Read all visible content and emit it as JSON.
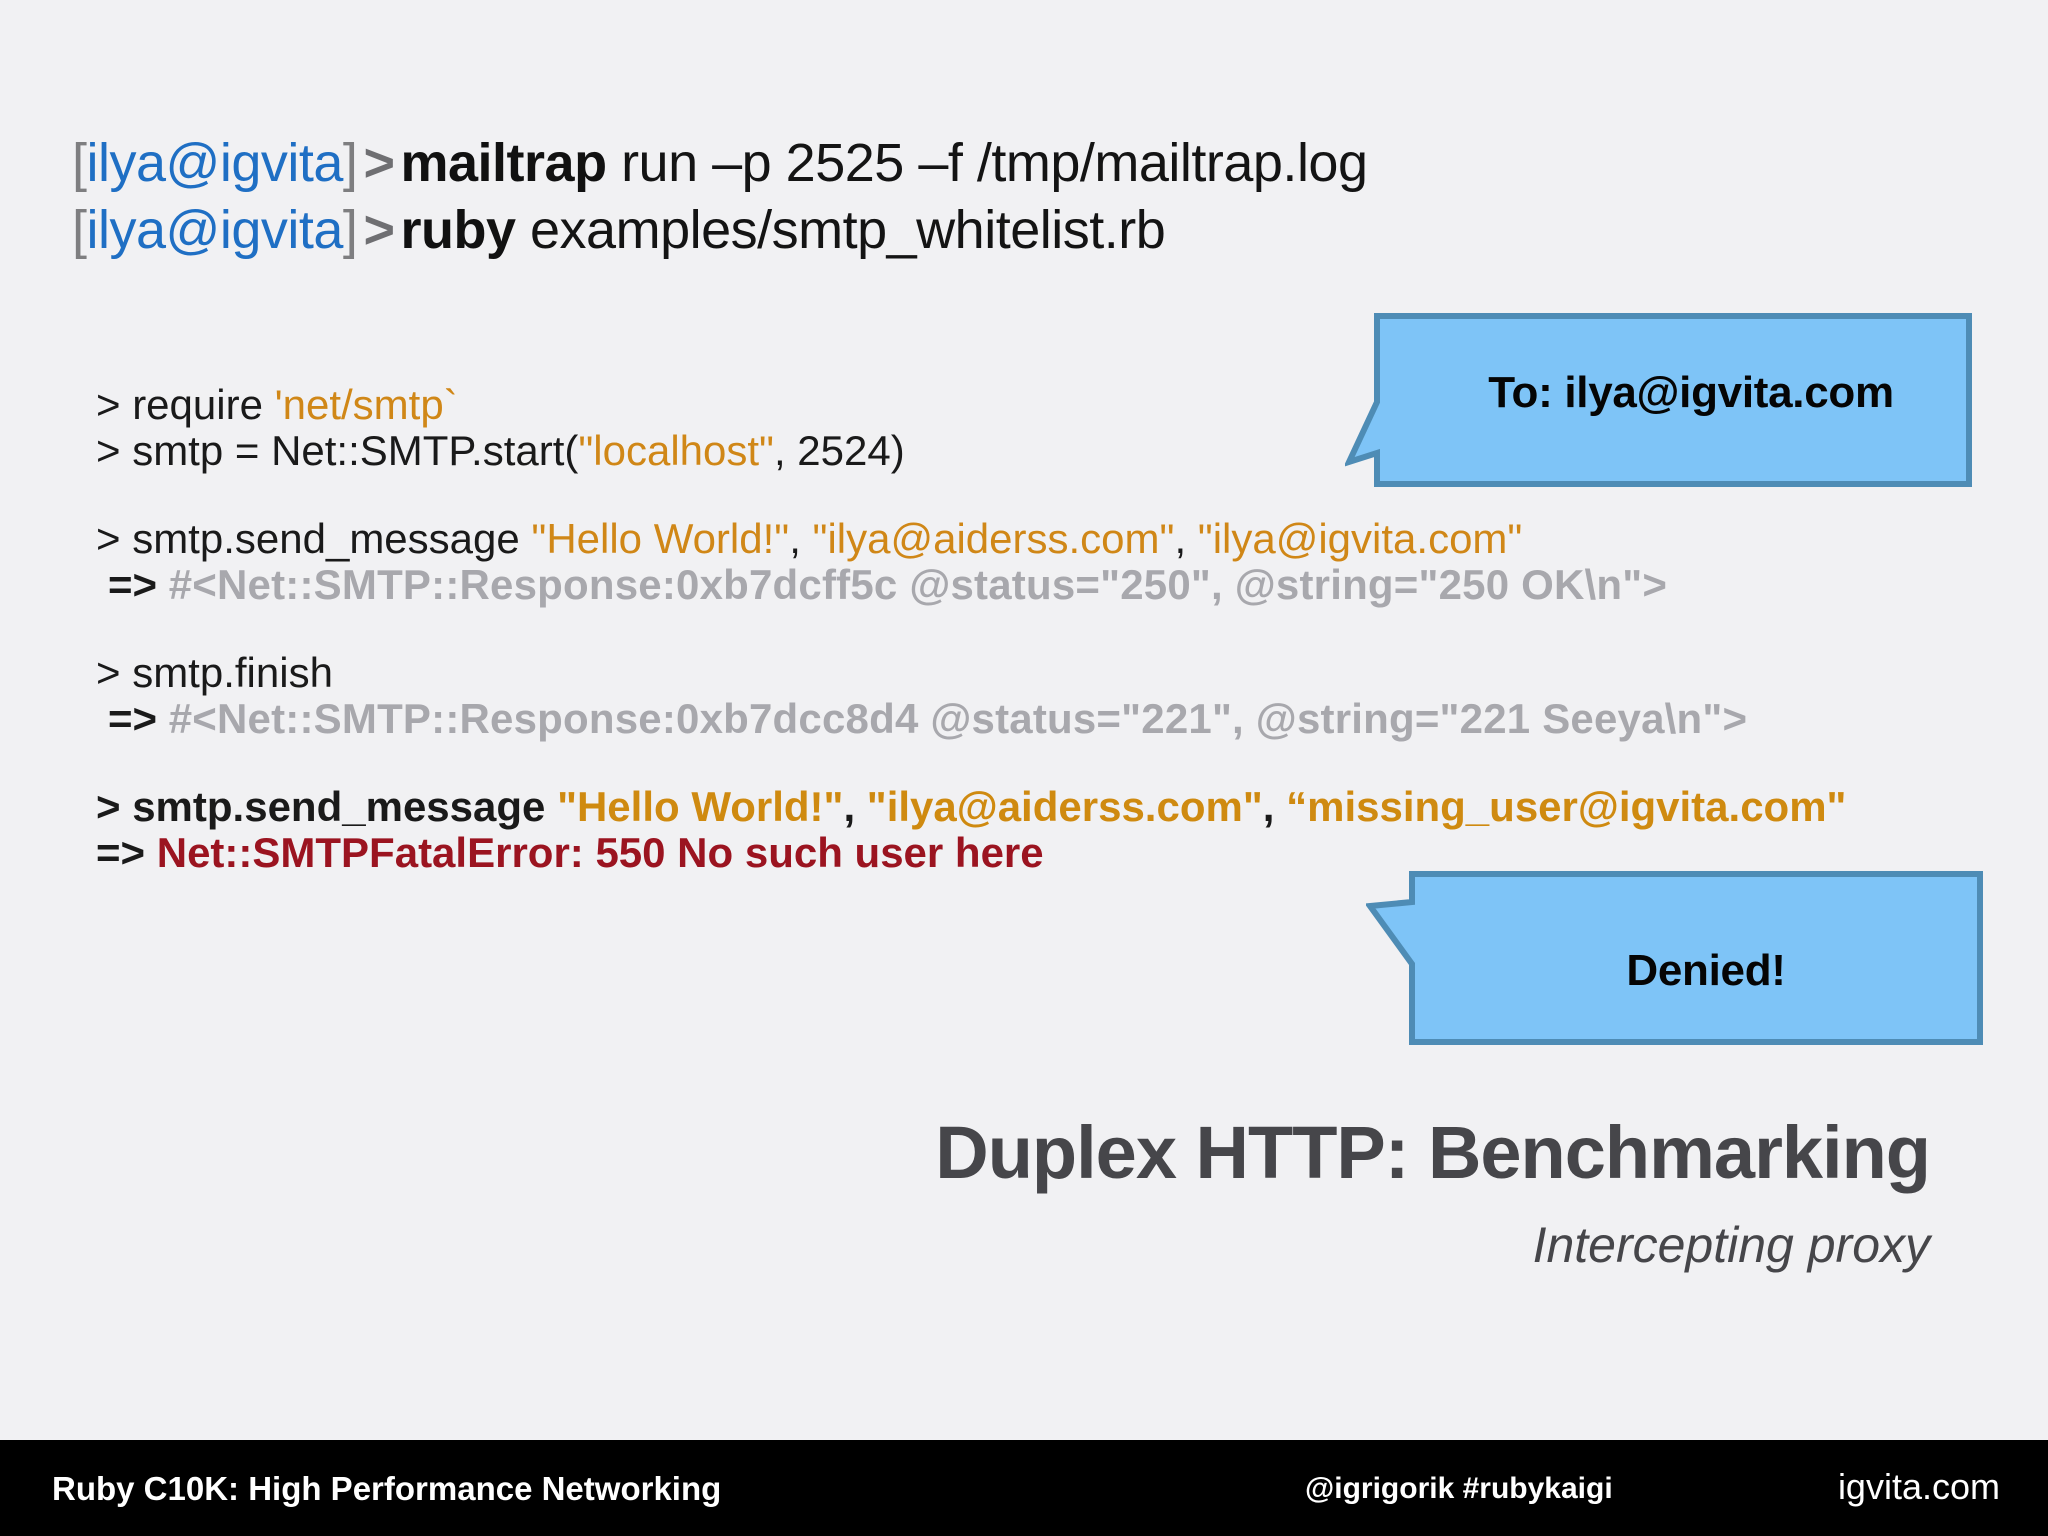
{
  "slide": {
    "background_color": "#f1f1f3"
  },
  "prompt": {
    "lines": [
      {
        "bracket_open": "[",
        "user": "ilya@igvita",
        "bracket_close": "]",
        "chevron": ">",
        "command": "mailtrap",
        "args": " run –p 2525 –f /tmp/mailtrap.log"
      },
      {
        "bracket_open": "[",
        "user": "ilya@igvita",
        "bracket_close": "]",
        "chevron": ">",
        "command": "ruby",
        "args": " examples/smtp_whitelist.rb"
      }
    ]
  },
  "console": {
    "line1_prefix": "> require ",
    "line1_string": "'net/smtp`",
    "line2_prefix": "> smtp = Net::SMTP.start(",
    "line2_string": "\"localhost\"",
    "line2_suffix": ", 2524)",
    "line3_prefix": "> smtp.send_message ",
    "line3_str1": "\"Hello World!\"",
    "line3_comma1": ", ",
    "line3_str2": "\"ilya@aiderss.com\"",
    "line3_comma2": ", ",
    "line3_str3": "\"ilya@igvita.com\"",
    "line4_arrow": "=> ",
    "line4_response": "#<Net::SMTP::Response:0xb7dcff5c @status=\"250\", @string=\"250 OK\\n\">",
    "line5": "> smtp.finish",
    "line6_arrow": "=> ",
    "line6_response": "#<Net::SMTP::Response:0xb7dcc8d4 @status=\"221\", @string=\"221 Seeya\\n\">",
    "line7_prefix": "> smtp.send_message ",
    "line7_str1": "\"Hello World!\"",
    "line7_comma1": ", ",
    "line7_str2": "\"ilya@aiderss.com\"",
    "line7_comma2": ", ",
    "line7_str3": "“missing_user@igvita.com\"",
    "line8_arrow": "=> ",
    "line8_error": "Net::SMTPFatalError: 550 No such user here"
  },
  "callouts": [
    {
      "id": "to",
      "text": "To: ilya@igvita.com",
      "fill": "#7ec4f7",
      "stroke": "#4e8cb5"
    },
    {
      "id": "denied",
      "text": "Denied!",
      "fill": "#7ec4f7",
      "stroke": "#4e8cb5"
    }
  ],
  "headline": {
    "title": "Duplex HTTP: Benchmarking",
    "subtitle": "Intercepting proxy",
    "color": "#46464a"
  },
  "footer": {
    "left": "Ruby C10K: High Performance Networking",
    "center": "@igrigorik #rubykaigi",
    "right": "igvita.com",
    "background_color": "#000000",
    "text_color": "#ffffff"
  }
}
